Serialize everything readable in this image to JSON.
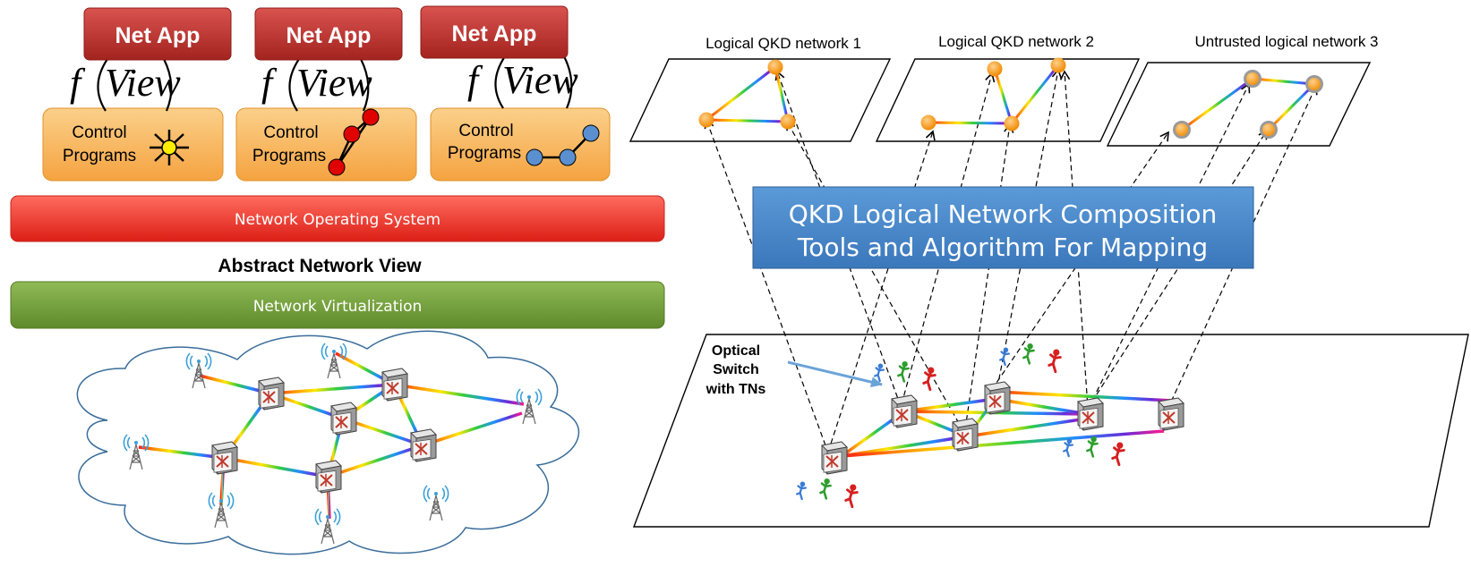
{
  "left": {
    "apps": [
      {
        "net_app": "Net App",
        "view_f": "f",
        "view_word": "View",
        "control_line1": "Control",
        "control_line2": "Programs"
      },
      {
        "net_app": "Net App",
        "view_f": "f",
        "view_word": "View",
        "control_line1": "Control",
        "control_line2": "Programs"
      },
      {
        "net_app": "Net App",
        "view_f": "f",
        "view_word": "View",
        "control_line1": "Control",
        "control_line2": "Programs"
      }
    ],
    "nos_label": "Network Operating  System",
    "abstract_view_label": "Abstract Network View",
    "virtualization_label": "Network Virtualization"
  },
  "right": {
    "logical_networks": [
      {
        "title": "Logical QKD network 1"
      },
      {
        "title": "Logical QKD network 2"
      },
      {
        "title": "Untrusted logical network 3"
      }
    ],
    "composition_box": {
      "line1": "QKD Logical Network Composition",
      "line2": "Tools and Algorithm For Mapping"
    },
    "optical_switch_label": {
      "line1": "Optical",
      "line2": "Switch",
      "line3": "with TNs"
    }
  },
  "colors": {
    "net_app_red": "#c0392b",
    "control_orange": "#f8b25c",
    "nos_red": "#ea2b24",
    "virtualization_green": "#6e9a35",
    "composition_blue": "#4a86c8",
    "node_orange": "#f39c12",
    "ctrl_node_yellow": "#ffee00",
    "ctrl_node_red": "#e00000",
    "ctrl_node_blue": "#5a8fd0"
  }
}
